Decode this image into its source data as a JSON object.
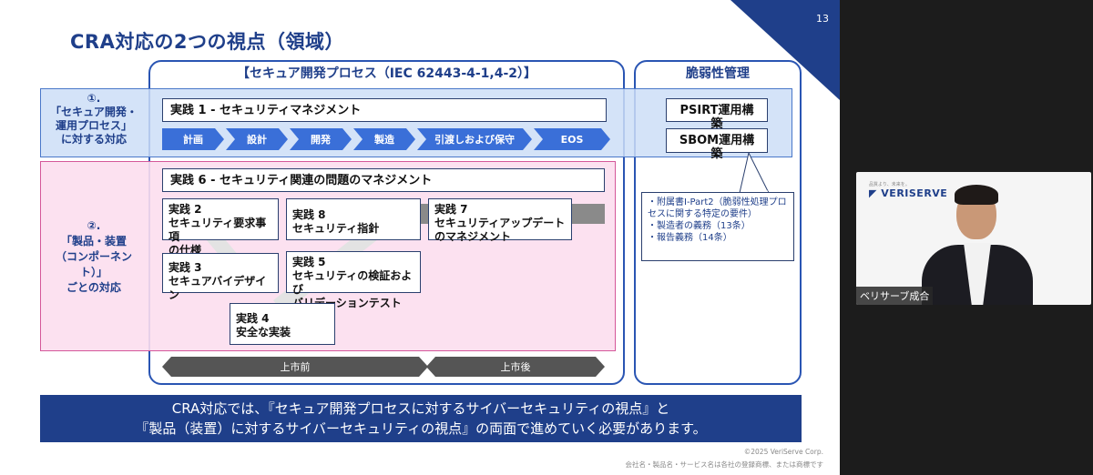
{
  "slide": {
    "page_number": "13",
    "title": "CRA対応の2つの視点（領域）",
    "secure_process_title": "【セキュア開発プロセス（IEC 62443-4-1,4-2）】",
    "vuln_mgmt_title": "脆弱性管理",
    "row1_label": [
      "①.",
      "「セキュア開発・",
      "運用プロセス」",
      "に対する対応"
    ],
    "row2_label": [
      "②.",
      "「製品・装置",
      "（コンポーネン",
      "ト）」",
      "ごとの対応"
    ],
    "practice1": "実践 1 - セキュリティマネジメント",
    "phases": [
      "計画",
      "設計",
      "開発",
      "製造",
      "引渡しおよび保守",
      "EOS"
    ],
    "practice6": "実践 6 - セキュリティ関連の問題のマネジメント",
    "practice2": [
      "実践 2",
      "セキュリティ要求事項",
      "の仕様"
    ],
    "practice8": [
      "実践 8",
      "セキュリティ指針"
    ],
    "practice7": [
      "実践 7",
      "セキュリティアップデート",
      "のマネジメント"
    ],
    "practice3": [
      "実践 3",
      "セキュアバイデザイン"
    ],
    "practice5": [
      "実践 5",
      "セキュリティの検証および",
      "バリデーションテスト"
    ],
    "practice4": [
      "実践 4",
      "安全な実装"
    ],
    "pre_market": "上市前",
    "post_market": "上市後",
    "psirt": "PSIRT運用構築",
    "sbom": "SBOM運用構築",
    "callout_items": [
      "附属書Ⅰ-Part2（脆弱性処理プロセスに関する特定の要件）",
      "製造者の義務（13条）",
      "報告義務（14条）"
    ],
    "bottom_line1": "CRA対応では、『セキュア開発プロセスに対するサイバーセキュリティの視点』と",
    "bottom_line2": "『製品（装置）に対するサイバーセキュリティの視点』の両面で進めていく必要があります。",
    "copyright": "©2025 VeriServe Corp.",
    "trademark": "会社名・製品名・サービス名は各社の登録商標、または商標です"
  },
  "video": {
    "logo": "VERISERVE",
    "logo_tagline": "品質より、未来を。",
    "participant_name": "ベリサーブ成合"
  },
  "colors": {
    "brand_blue": "#1f3f8a",
    "accent_blue": "#3a6fd8",
    "pink": "#d4589a"
  }
}
